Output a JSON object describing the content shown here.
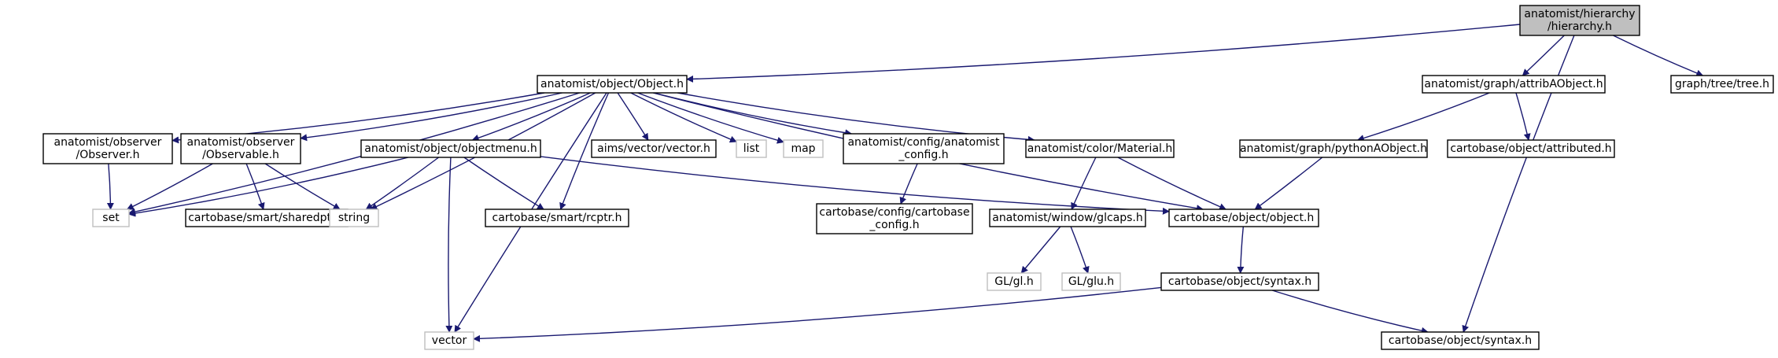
{
  "colors": {
    "edge": "#191970",
    "node_border": "#000000",
    "external_border": "#bfbfbf",
    "root_fill": "#bfbfbf",
    "node_fill": "#ffffff"
  },
  "nodes": [
    {
      "id": "hierarchy",
      "lines": [
        "anatomist/hierarchy",
        "/hierarchy.h"
      ],
      "kind": "root"
    },
    {
      "id": "object_h",
      "lines": [
        "anatomist/object/Object.h"
      ],
      "kind": "normal"
    },
    {
      "id": "attribaobject",
      "lines": [
        "anatomist/graph/attribAObject.h"
      ],
      "kind": "normal"
    },
    {
      "id": "tree",
      "lines": [
        "graph/tree/tree.h"
      ],
      "kind": "normal"
    },
    {
      "id": "observer",
      "lines": [
        "anatomist/observer",
        "/Observer.h"
      ],
      "kind": "normal"
    },
    {
      "id": "observable",
      "lines": [
        "anatomist/observer",
        "/Observable.h"
      ],
      "kind": "normal"
    },
    {
      "id": "objectmenu",
      "lines": [
        "anatomist/object/objectmenu.h"
      ],
      "kind": "normal"
    },
    {
      "id": "aimsvector",
      "lines": [
        "aims/vector/vector.h"
      ],
      "kind": "normal"
    },
    {
      "id": "list",
      "lines": [
        "list"
      ],
      "kind": "external"
    },
    {
      "id": "map",
      "lines": [
        "map"
      ],
      "kind": "external"
    },
    {
      "id": "anaconfig",
      "lines": [
        "anatomist/config/anatomist",
        "_config.h"
      ],
      "kind": "normal"
    },
    {
      "id": "material",
      "lines": [
        "anatomist/color/Material.h"
      ],
      "kind": "normal"
    },
    {
      "id": "pythonaobject",
      "lines": [
        "anatomist/graph/pythonAObject.h"
      ],
      "kind": "normal"
    },
    {
      "id": "attributed",
      "lines": [
        "cartobase/object/attributed.h"
      ],
      "kind": "normal"
    },
    {
      "id": "set",
      "lines": [
        "set"
      ],
      "kind": "external"
    },
    {
      "id": "sharedptr",
      "lines": [
        "cartobase/smart/sharedptr.h"
      ],
      "kind": "normal"
    },
    {
      "id": "string",
      "lines": [
        "string"
      ],
      "kind": "external"
    },
    {
      "id": "rcptr",
      "lines": [
        "cartobase/smart/rcptr.h"
      ],
      "kind": "normal"
    },
    {
      "id": "cartoconfig",
      "lines": [
        "cartobase/config/cartobase",
        "_config.h"
      ],
      "kind": "normal"
    },
    {
      "id": "glcaps",
      "lines": [
        "anatomist/window/glcaps.h"
      ],
      "kind": "normal"
    },
    {
      "id": "cartoobject",
      "lines": [
        "cartobase/object/object.h"
      ],
      "kind": "normal"
    },
    {
      "id": "glh",
      "lines": [
        "GL/gl.h"
      ],
      "kind": "external"
    },
    {
      "id": "gluh",
      "lines": [
        "GL/glu.h"
      ],
      "kind": "external"
    },
    {
      "id": "syntax1",
      "lines": [
        "cartobase/object/syntax.h"
      ],
      "kind": "normal"
    },
    {
      "id": "vector",
      "lines": [
        "vector"
      ],
      "kind": "external"
    },
    {
      "id": "syntax2",
      "lines": [
        "cartobase/object/syntax.h"
      ],
      "kind": "normal"
    }
  ],
  "edges": [
    [
      "hierarchy",
      "object_h"
    ],
    [
      "hierarchy",
      "attribaobject"
    ],
    [
      "hierarchy",
      "tree"
    ],
    [
      "hierarchy",
      "syntax2"
    ],
    [
      "object_h",
      "observer"
    ],
    [
      "object_h",
      "observable"
    ],
    [
      "object_h",
      "objectmenu"
    ],
    [
      "object_h",
      "aimsvector"
    ],
    [
      "object_h",
      "list"
    ],
    [
      "object_h",
      "map"
    ],
    [
      "object_h",
      "anaconfig"
    ],
    [
      "object_h",
      "material"
    ],
    [
      "object_h",
      "set"
    ],
    [
      "object_h",
      "string"
    ],
    [
      "object_h",
      "rcptr"
    ],
    [
      "object_h",
      "cartoobject"
    ],
    [
      "object_h",
      "vector"
    ],
    [
      "attribaobject",
      "pythonaobject"
    ],
    [
      "attribaobject",
      "attributed"
    ],
    [
      "observer",
      "set"
    ],
    [
      "observable",
      "set"
    ],
    [
      "observable",
      "sharedptr"
    ],
    [
      "observable",
      "string"
    ],
    [
      "objectmenu",
      "set"
    ],
    [
      "objectmenu",
      "string"
    ],
    [
      "objectmenu",
      "rcptr"
    ],
    [
      "objectmenu",
      "vector"
    ],
    [
      "objectmenu",
      "cartoobject"
    ],
    [
      "anaconfig",
      "cartoconfig"
    ],
    [
      "material",
      "glcaps"
    ],
    [
      "material",
      "cartoobject"
    ],
    [
      "pythonaobject",
      "cartoobject"
    ],
    [
      "glcaps",
      "glh"
    ],
    [
      "glcaps",
      "gluh"
    ],
    [
      "cartoobject",
      "syntax1"
    ],
    [
      "syntax1",
      "vector"
    ],
    [
      "syntax1",
      "syntax2"
    ]
  ]
}
